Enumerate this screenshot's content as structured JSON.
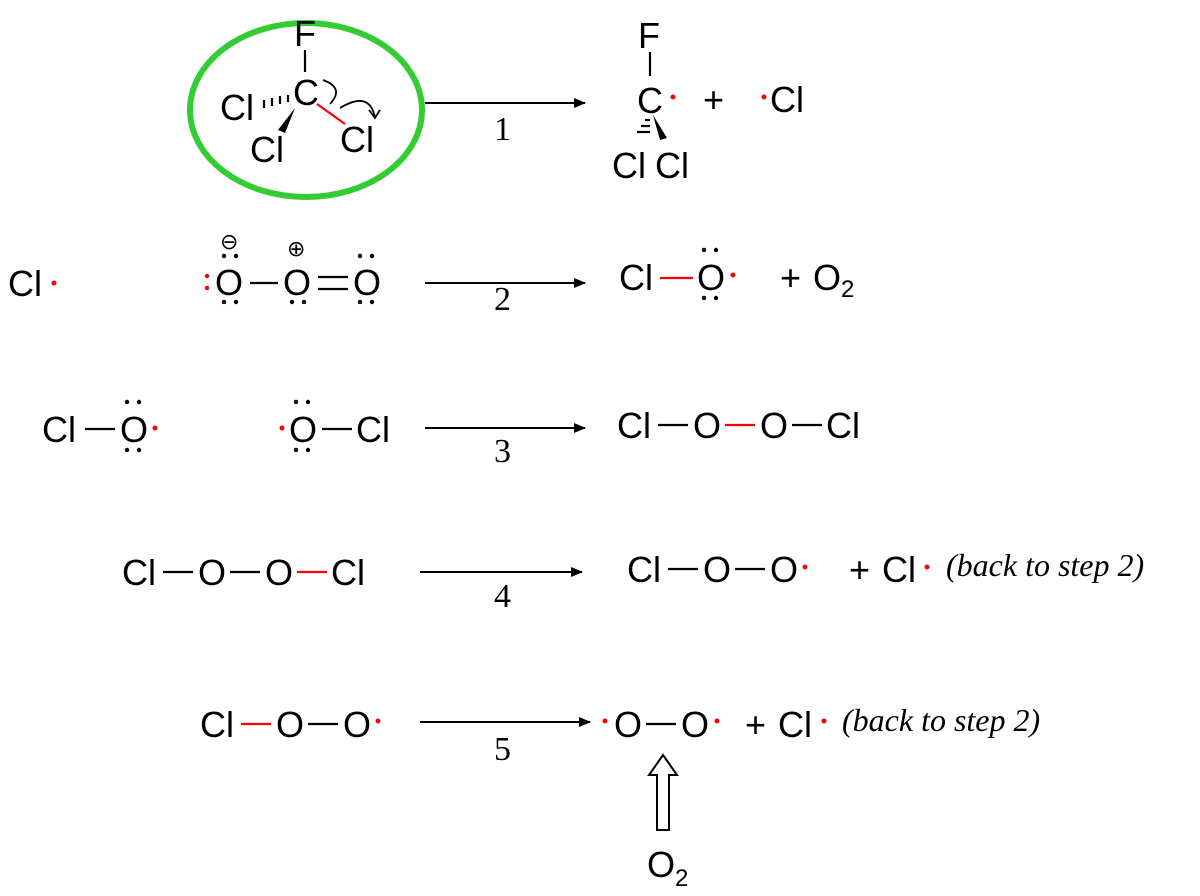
{
  "atoms": {
    "F": "F",
    "C": "C",
    "Cl": "Cl",
    "O": "O"
  },
  "products": {
    "O2_main": "O",
    "O2_sub": "2"
  },
  "operators": {
    "plus": "+"
  },
  "charges": {
    "minus": "⊖",
    "plus": "⊕"
  },
  "steps": [
    "1",
    "2",
    "3",
    "4",
    "5"
  ],
  "notes": {
    "back_to_step": "(back to step 2)"
  },
  "colors": {
    "radical": "#ff0000",
    "highlight_ring": "#33cc33",
    "broken_bond": "#ff0000"
  }
}
